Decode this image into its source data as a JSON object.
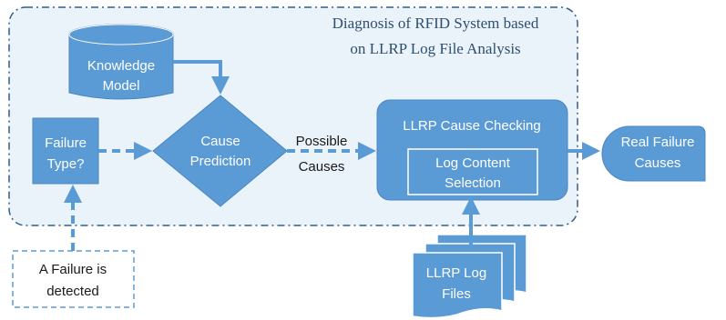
{
  "title": {
    "line1": "Diagnosis of RFID System based",
    "line2": "on LLRP Log File Analysis"
  },
  "nodes": {
    "knowledge_model": {
      "line1": "Knowledge",
      "line2": "Model"
    },
    "failure_type": {
      "line1": "Failure",
      "line2": "Type?"
    },
    "cause_prediction": {
      "line1": "Cause",
      "line2": "Prediction"
    },
    "llrp_checking": {
      "label": "LLRP Cause Checking"
    },
    "log_content": {
      "line1": "Log Content",
      "line2": "Selection"
    },
    "real_failure": {
      "line1": "Real Failure",
      "line2": "Causes"
    },
    "failure_detected": {
      "line1": "A Failure is",
      "line2": "detected"
    },
    "log_files": {
      "line1": "LLRP Log",
      "line2": "Files"
    }
  },
  "edges": {
    "possible_causes": {
      "line1": "Possible",
      "line2": "Causes"
    }
  },
  "colors": {
    "fill": "#5b9bd5",
    "stroke": "#4a86c2",
    "region_fill": "#eaf2fa",
    "region_border": "#2f5f8f",
    "text_dark": "#1a1a1a"
  }
}
